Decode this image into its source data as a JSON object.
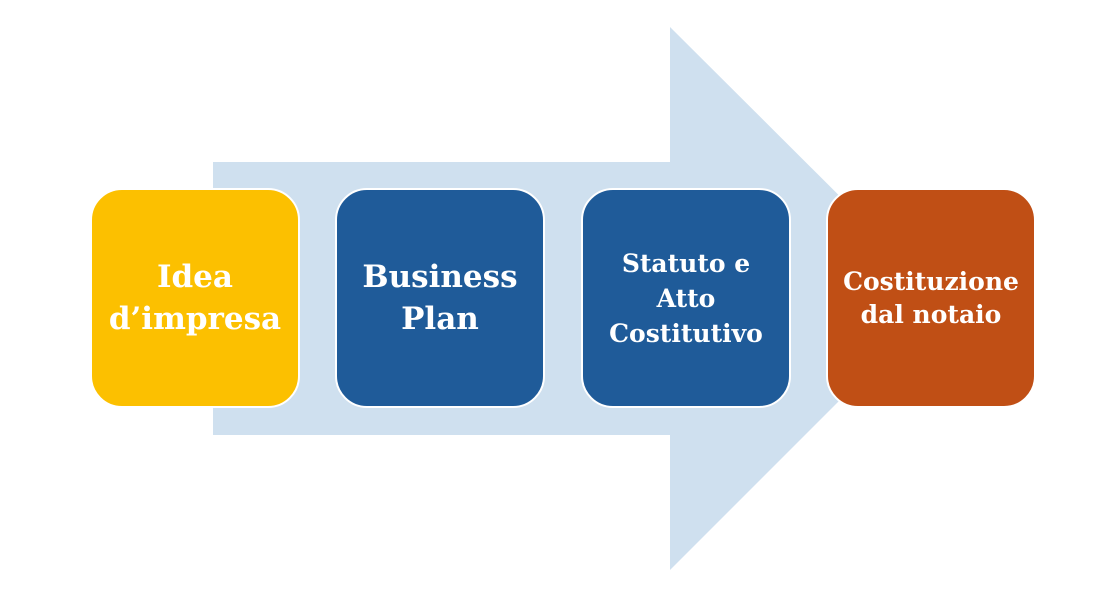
{
  "colors": {
    "arrow": "#cfe0ef",
    "idea": "#fcc000",
    "plan": "#1f5b99",
    "statute": "#1f5b99",
    "notary": "#c04f15"
  },
  "steps": [
    {
      "label": "Idea\nd’impresa",
      "color": "#fcc000"
    },
    {
      "label": "Business\nPlan",
      "color": "#1f5b99"
    },
    {
      "label": "Statuto e\nAtto\nCostitutivo",
      "color": "#1f5b99"
    },
    {
      "label": "Costituzione\ndal notaio",
      "color": "#c04f15"
    }
  ]
}
